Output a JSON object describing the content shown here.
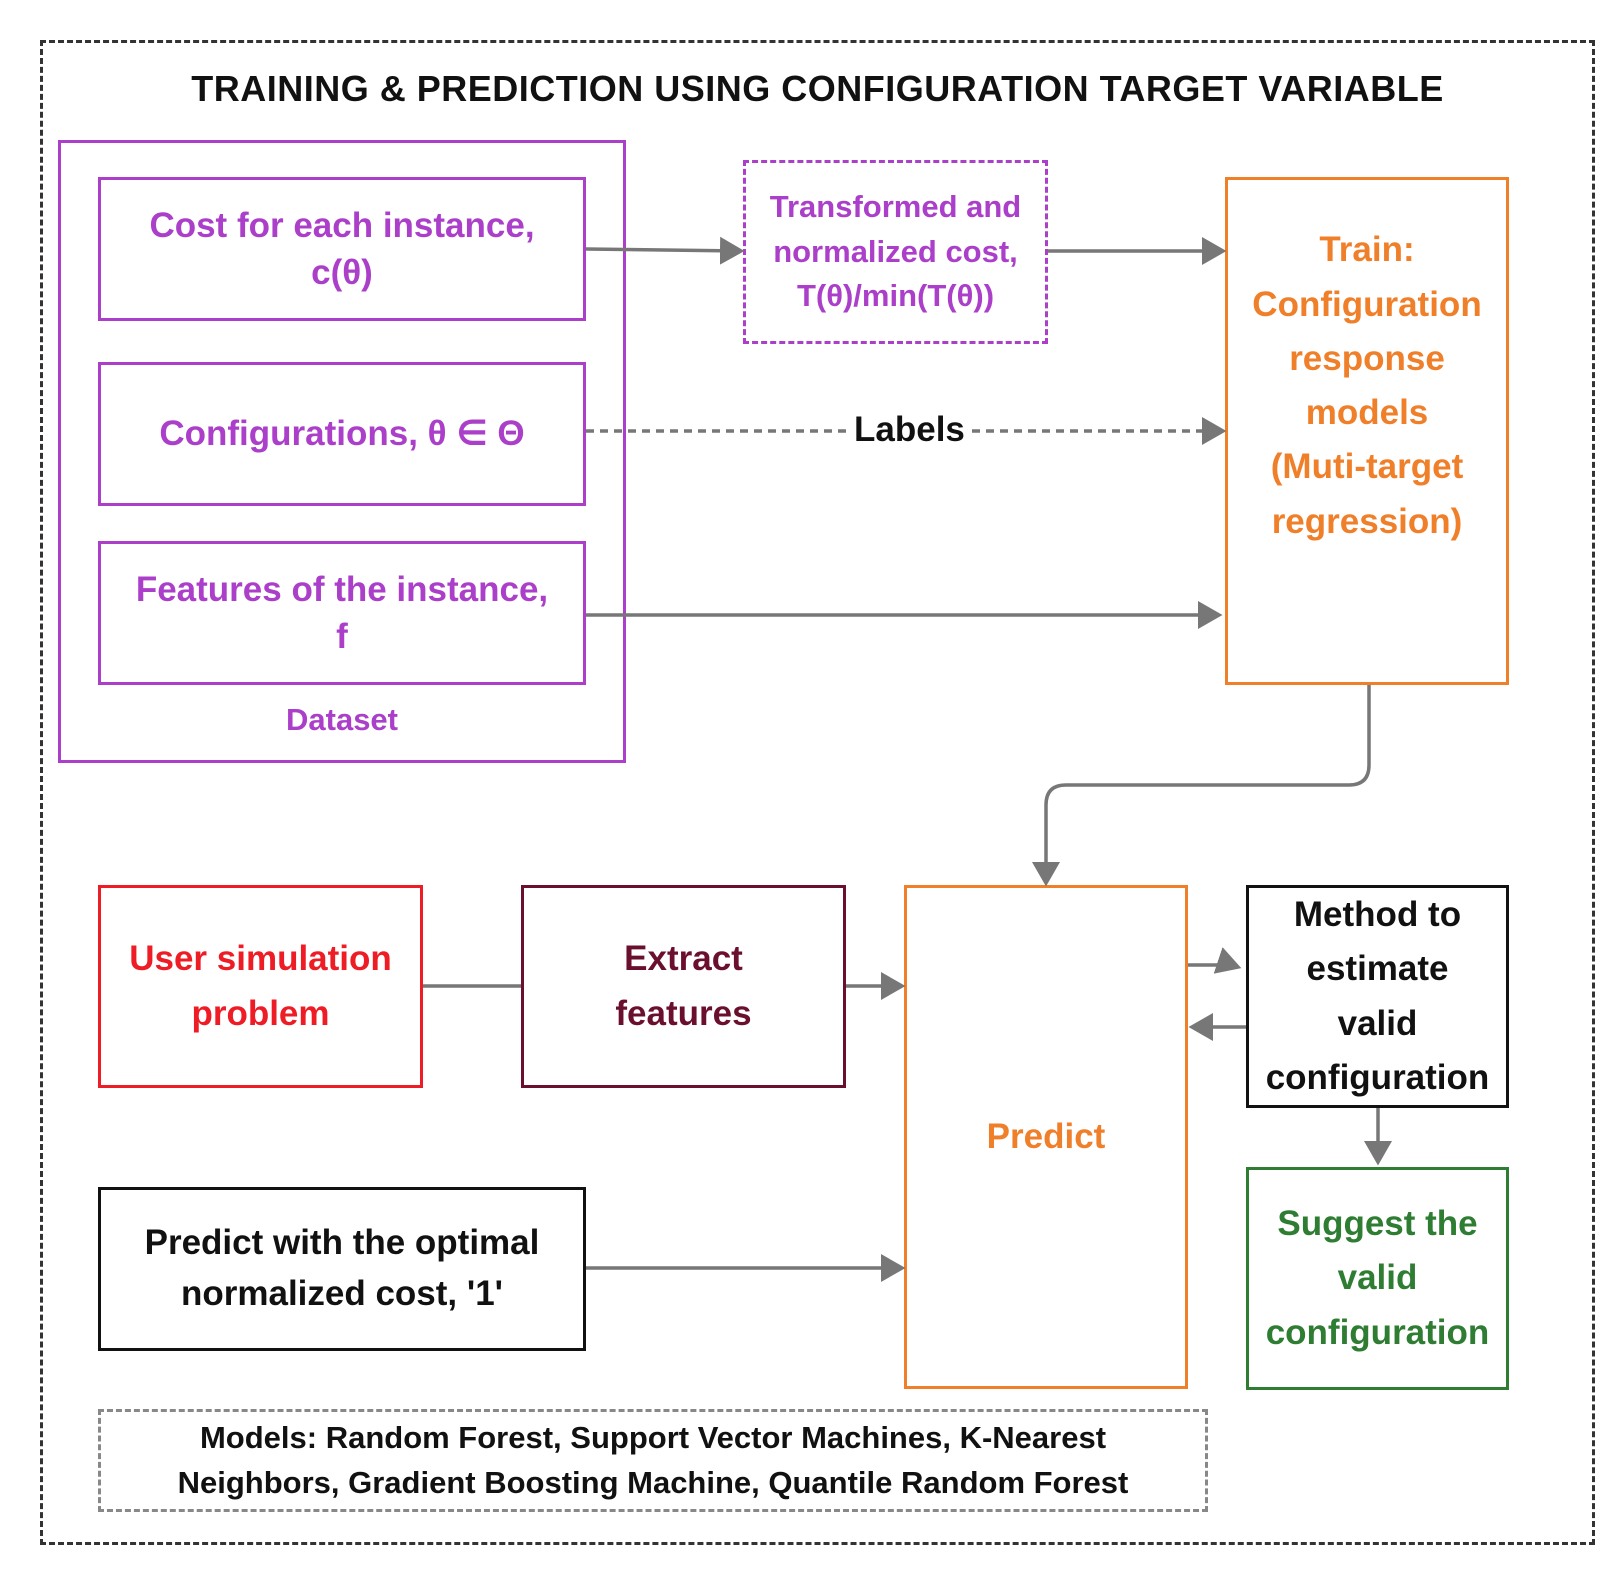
{
  "title": "TRAINING & PREDICTION USING CONFIGURATION TARGET VARIABLE",
  "dataset": {
    "label": "Dataset",
    "cost_line1": "Cost for each instance,",
    "cost_line2": "c(θ)",
    "configs": "Configurations, θ ∈ Θ",
    "features_line1": "Features of the instance,",
    "features_line2": "f"
  },
  "transformed": {
    "line1": "Transformed and",
    "line2": "normalized cost,",
    "line3": "T(θ)/min(T(θ))"
  },
  "labels_text": "Labels",
  "train": {
    "line1": "Train:",
    "line2": "Configuration",
    "line3": "response",
    "line4": "models",
    "line5": "(Muti-target",
    "line6": "regression)"
  },
  "user_sim": {
    "line1": "User simulation",
    "line2": "problem"
  },
  "extract": {
    "line1": "Extract",
    "line2": "features"
  },
  "predict": "Predict",
  "method": {
    "line1": "Method to",
    "line2": "estimate",
    "line3": "valid",
    "line4": "configuration"
  },
  "suggest": {
    "line1": "Suggest the",
    "line2": "valid",
    "line3": "configuration"
  },
  "predict_optimal": {
    "line1": "Predict with the optimal",
    "line2": "normalized cost, '1'"
  },
  "models_note": {
    "line1": "Models: Random Forest, Support Vector Machines, K-Nearest",
    "line2": "Neighbors, Gradient Boosting Machine, Quantile Random Forest"
  },
  "colors": {
    "purple": "#ab3fc9",
    "orange": "#f07f2a",
    "red": "#ee1c25",
    "maroon": "#6b0f2e",
    "green": "#2e7d32",
    "arrow": "#777777"
  }
}
